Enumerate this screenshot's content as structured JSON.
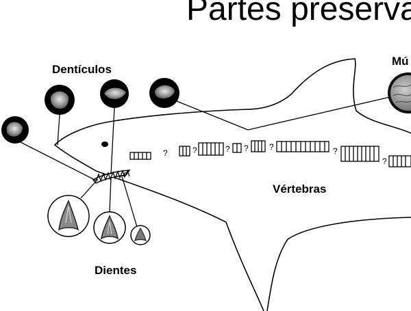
{
  "title": "Partes preserva",
  "labels": {
    "denticles": "Dentículos",
    "muscle": "Mú",
    "vertebrae": "Vértebras",
    "teeth": "Dientes"
  },
  "unknown_marker": "?"
}
